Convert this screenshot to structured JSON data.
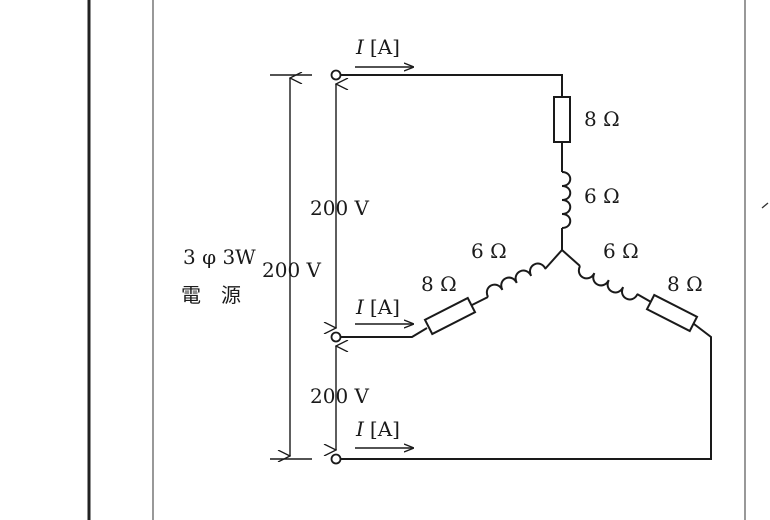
{
  "source": {
    "system": "3 φ 3W",
    "name": "電　源",
    "line_voltage": "200 V"
  },
  "currents": {
    "symbol": "I",
    "unit": "[A]"
  },
  "voltages": {
    "v12": "200 V",
    "v23": "200 V"
  },
  "branches": {
    "top": {
      "resistor": "8 Ω",
      "inductor": "6 Ω"
    },
    "left": {
      "resistor": "8 Ω",
      "inductor": "6 Ω"
    },
    "right": {
      "resistor": "8 Ω",
      "inductor": "6 Ω"
    }
  }
}
